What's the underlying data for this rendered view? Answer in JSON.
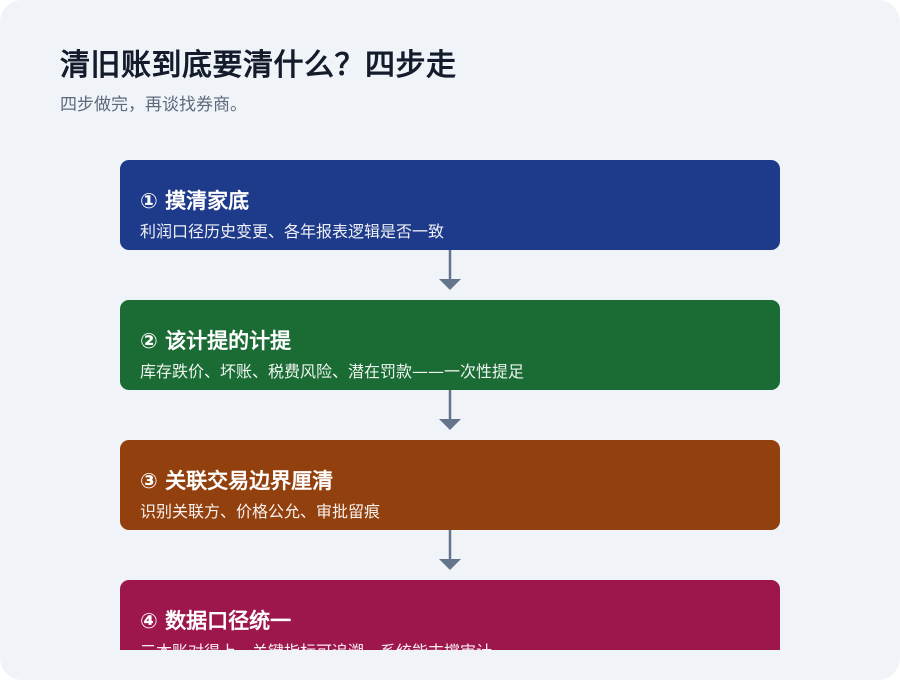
{
  "header": {
    "title": "清旧账到底要清什么？四步走",
    "subtitle": "四步做完，再谈找券商。"
  },
  "steps": [
    {
      "title": "① 摸清家底",
      "desc": "利润口径历史变更、各年报表逻辑是否一致",
      "color": "#1e3a8a"
    },
    {
      "title": "② 该计提的计提",
      "desc": "库存跌价、坏账、税费风险、潜在罚款——一次性提足",
      "color": "#1a6b34"
    },
    {
      "title": "③ 关联交易边界厘清",
      "desc": "识别关联方、价格公允、审批留痕",
      "color": "#92400e"
    },
    {
      "title": "④ 数据口径统一",
      "desc": "三本账对得上，关键指标可追溯，系统能支撑审计",
      "color": "#9d174d"
    }
  ],
  "arrow_color": "#64748b"
}
